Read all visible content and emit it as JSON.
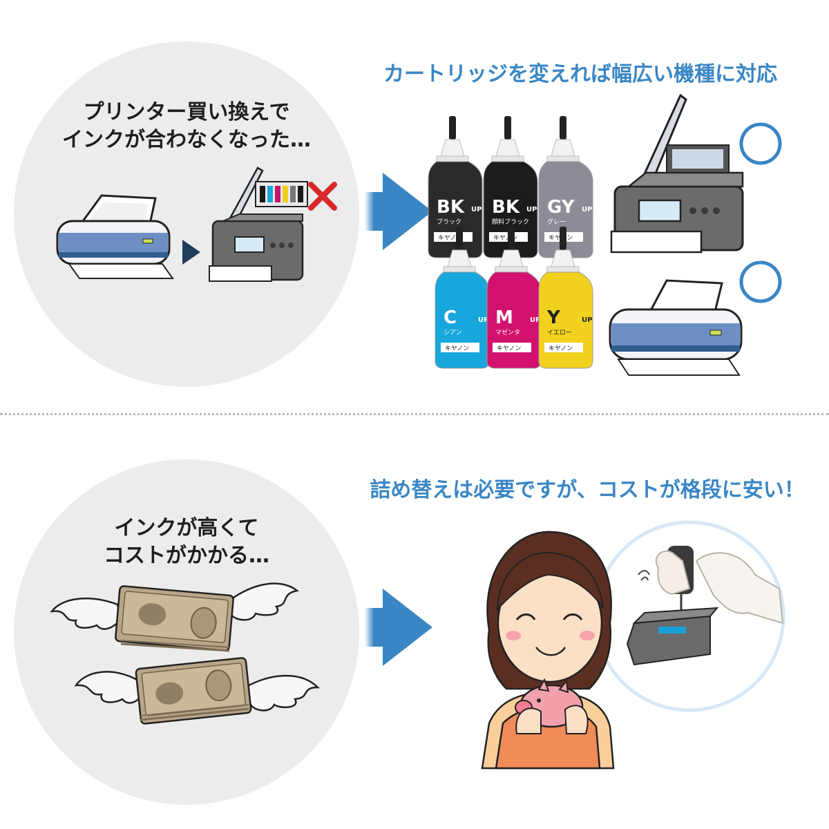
{
  "top": {
    "problem_text": "プリンター買い換えで\nインクが合わなくなった…",
    "solution_heading": "カートリッジを変えれば幅広い機種に対応",
    "bottles": [
      {
        "code": "BK",
        "name": "ブラック",
        "brand": "キヤノン",
        "up": "UP",
        "color": "#2a2a2a"
      },
      {
        "code": "BK",
        "name": "顔料ブラック",
        "brand": "キヤノン",
        "up": "UP",
        "color": "#1c1c1c"
      },
      {
        "code": "GY",
        "name": "グレー",
        "brand": "キヤノン",
        "up": "UP",
        "color": "#8c8c96"
      },
      {
        "code": "C",
        "name": "シアン",
        "brand": "キヤノン",
        "up": "UP",
        "color": "#17a7dc"
      },
      {
        "code": "M",
        "name": "マゼンタ",
        "brand": "キヤノン",
        "up": "UP",
        "color": "#d2126e"
      },
      {
        "code": "Y",
        "name": "イエロー",
        "brand": "キヤノン",
        "up": "UP",
        "color": "#f2d11f"
      }
    ],
    "ok_mark_color": "#3a86c4",
    "ng_mark_color": "#d8282a"
  },
  "bottom": {
    "problem_text": "インクが高くて\nコストがかかる…",
    "solution_heading": "詰め替えは必要ですが、コストが格段に安い！"
  },
  "colors": {
    "accent": "#3a86c4",
    "circle_bg": "#ececec",
    "arrow": "#3a86c4"
  }
}
